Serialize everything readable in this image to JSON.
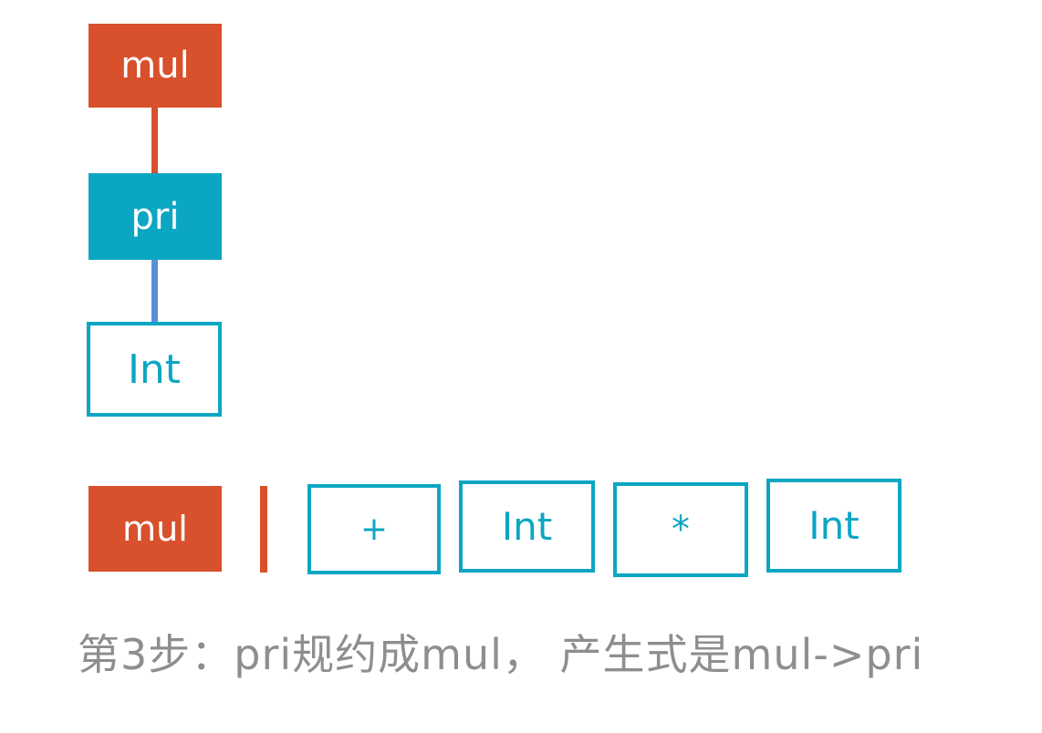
{
  "colors": {
    "orange": "#d8502c",
    "teal": "#0ba6c2",
    "edge_blue": "#5b8fd6",
    "caption_gray": "#8e8e8e"
  },
  "tree": {
    "nodes": {
      "mul": {
        "label": "mul",
        "style": "orange-filled"
      },
      "pri": {
        "label": "pri",
        "style": "teal-filled"
      },
      "int": {
        "label": "Int",
        "style": "teal-outline"
      }
    },
    "edges": [
      {
        "from": "mul",
        "to": "pri",
        "color": "orange"
      },
      {
        "from": "pri",
        "to": "int",
        "color": "blue"
      }
    ]
  },
  "reduction_row": {
    "stack": {
      "label": "mul",
      "style": "orange-filled"
    },
    "separator": "red-vertical-bar",
    "tokens": [
      {
        "label": "+"
      },
      {
        "label": "Int"
      },
      {
        "label": "*"
      },
      {
        "label": "Int"
      }
    ]
  },
  "caption": {
    "text": "第3步：pri规约成mul， 产生式是mul->pri"
  }
}
